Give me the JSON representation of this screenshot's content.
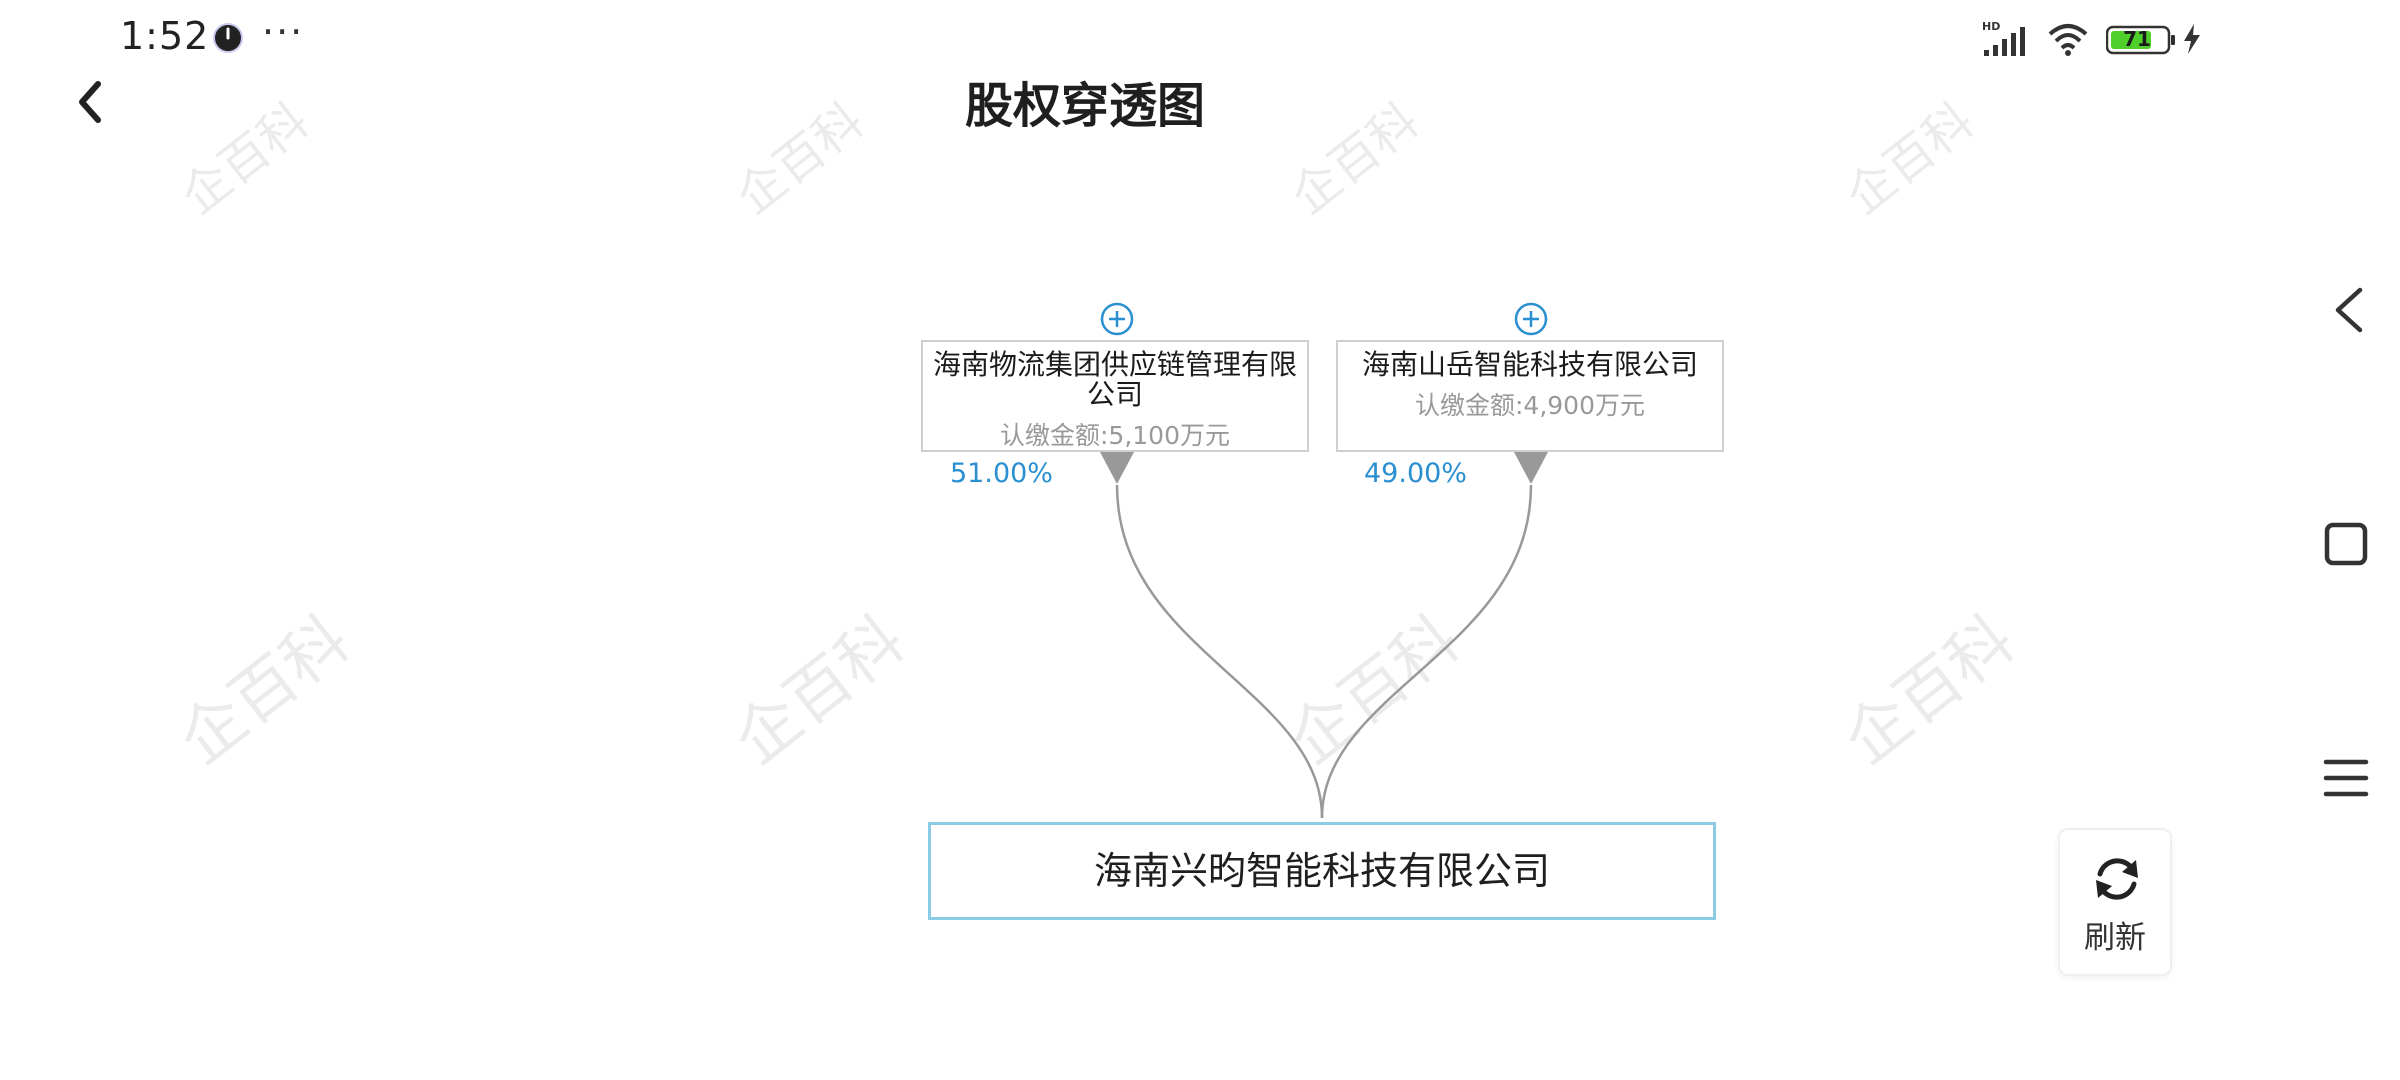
{
  "status_bar": {
    "time": "1:52",
    "more": "···",
    "network": "HD",
    "battery": "71",
    "icons": [
      "clock-icon",
      "signal-icon",
      "wifi-icon",
      "battery-icon",
      "charging-icon"
    ]
  },
  "header": {
    "title": "股权穿透图",
    "back_icon": "chevron-left-icon"
  },
  "watermark": "企百科",
  "diagram": {
    "shareholders": [
      {
        "name": "海南物流集团供应链管理有限公司",
        "amount": "认缴金额:5,100万元",
        "percent": "51.00%",
        "expand_icon": "plus-circle-icon"
      },
      {
        "name": "海南山岳智能科技有限公司",
        "amount": "认缴金额:4,900万元",
        "percent": "49.00%",
        "expand_icon": "plus-circle-icon"
      }
    ],
    "target": {
      "name": "海南兴昀智能科技有限公司"
    }
  },
  "refresh": {
    "label": "刷新",
    "icon": "refresh-icon"
  },
  "nav": {
    "icons": [
      "back-triangle-icon",
      "home-square-icon",
      "menu-icon"
    ]
  },
  "colors": {
    "accent": "#2a8fd0",
    "target_border": "#8ccbe5",
    "node_border": "#cfcfcf",
    "edge": "#999999"
  }
}
